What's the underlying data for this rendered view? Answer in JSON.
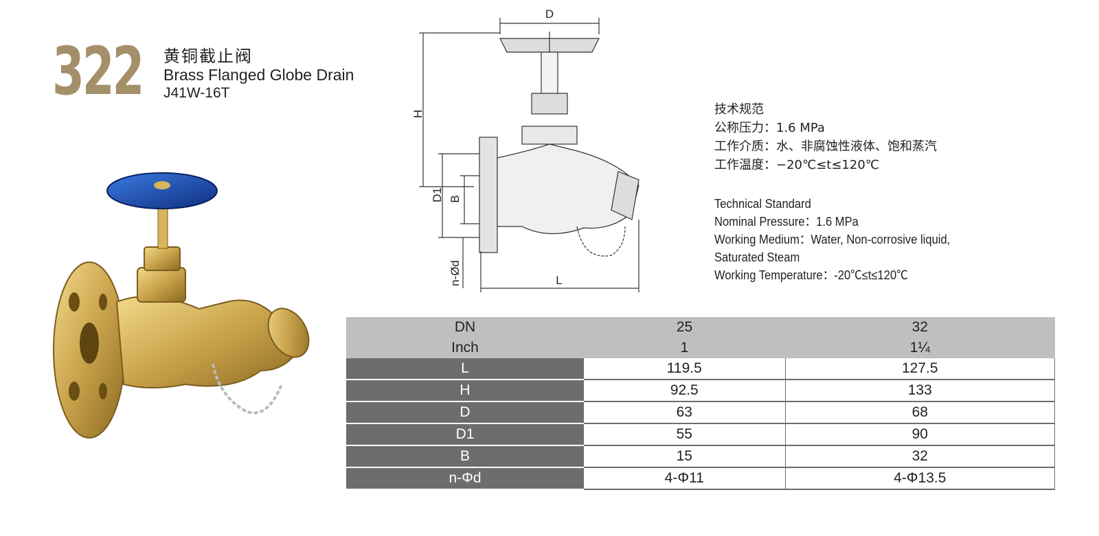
{
  "header": {
    "model_number": "322",
    "title_cn": "黄铜截止阀",
    "title_en": "Brass Flanged Globe Drain",
    "model_code": "J41W-16T"
  },
  "drawing_labels": {
    "D": "D",
    "H": "H",
    "D1": "D1",
    "B": "B",
    "nd": "n-Ød",
    "L": "L"
  },
  "spec_cn": {
    "heading": "技术规范",
    "pressure": "公称压力：1.6 MPa",
    "medium": "工作介质：水、非腐蚀性液体、饱和蒸汽",
    "temperature": "工作温度：−20℃≤t≤120℃"
  },
  "spec_en": {
    "heading": "Technical Standard",
    "pressure": "Nominal Pressure：1.6 MPa",
    "medium_line1": "Working Medium：Water, Non-corrosive liquid,",
    "medium_line2": "Saturated Steam",
    "temperature": "Working Temperature：-20℃≤t≤120℃"
  },
  "table": {
    "header_rows": [
      {
        "label": "DN",
        "values": [
          "25",
          "32"
        ]
      },
      {
        "label": "Inch",
        "values": [
          "1",
          "1¼"
        ]
      }
    ],
    "rows": [
      {
        "label": "L",
        "values": [
          "119.5",
          "127.5"
        ]
      },
      {
        "label": "H",
        "values": [
          "92.5",
          "133"
        ]
      },
      {
        "label": "D",
        "values": [
          "63",
          "68"
        ]
      },
      {
        "label": "D1",
        "values": [
          "55",
          "90"
        ]
      },
      {
        "label": "B",
        "values": [
          "15",
          "32"
        ]
      },
      {
        "label": "n-Φd",
        "values": [
          "4-Φ11",
          "4-Φ13.5"
        ]
      }
    ]
  },
  "colors": {
    "model_number": "#a3906a",
    "handwheel": "#1a4fb0",
    "brass": "#c9a24a",
    "table_header_bg": "#bfbfbf",
    "table_label_bg": "#6d6d6d"
  }
}
